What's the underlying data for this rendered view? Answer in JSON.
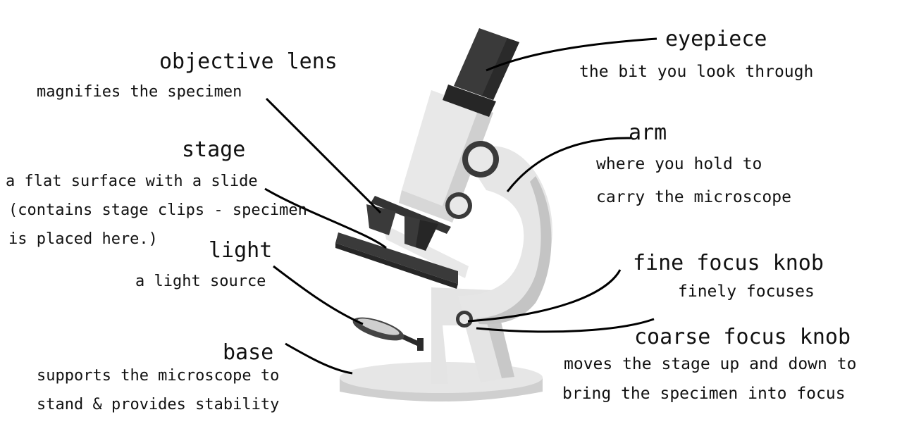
{
  "labels": {
    "eyepiece": {
      "title": "eyepiece",
      "desc": "the bit you look through"
    },
    "objective_lens": {
      "title": "objective lens",
      "desc": "magnifies the specimen"
    },
    "stage": {
      "title": "stage",
      "desc_lines": [
        "a flat surface with a slide",
        "(contains stage clips - specimen",
        "is placed here.)"
      ]
    },
    "arm": {
      "title": "arm",
      "desc_lines": [
        "where you hold to",
        "carry the microscope"
      ]
    },
    "light": {
      "title": "light",
      "desc": "a light source"
    },
    "fine_focus_knob": {
      "title": "fine focus knob",
      "desc": "finely focuses"
    },
    "coarse_focus_knob": {
      "title": "coarse focus knob",
      "desc_lines": [
        "moves the stage up and down to",
        "bring the specimen into focus"
      ]
    },
    "base": {
      "title": "base",
      "desc_lines": [
        "supports the microscope to",
        "stand & provides stability"
      ]
    }
  },
  "colors": {
    "body_light": "#e4e4e4",
    "body_mid": "#cfcfcf",
    "body_shadow": "#b8b8b8",
    "dark": "#3a3a3a",
    "darker": "#262626",
    "leader_line": "#000000",
    "text": "#111111"
  }
}
